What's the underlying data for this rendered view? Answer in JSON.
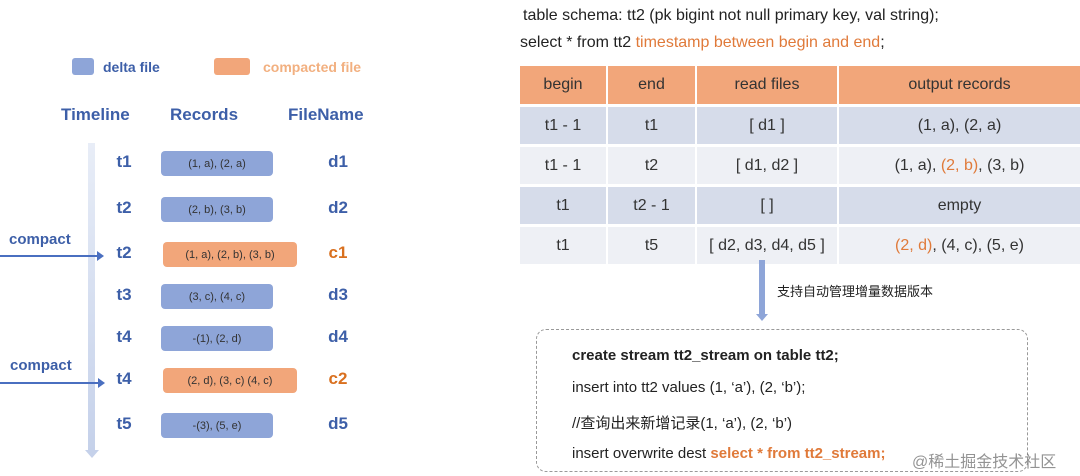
{
  "legend": {
    "delta": "delta file",
    "compacted": "compacted file",
    "colors": {
      "delta": "#8ea5d8",
      "compacted": "#f2a67a"
    }
  },
  "headers": {
    "timeline": "Timeline",
    "records": "Records",
    "filename": "FileName"
  },
  "rows": [
    {
      "time": "t1",
      "records": "(1, a),  (2, a)",
      "file": "d1",
      "type": "delta"
    },
    {
      "time": "t2",
      "records": "(2, b),  (3, b)",
      "file": "d2",
      "type": "delta"
    },
    {
      "time": "t2",
      "records": "(1, a), (2, b), (3, b)",
      "file": "c1",
      "type": "compacted"
    },
    {
      "time": "t3",
      "records": "(3, c),  (4, c)",
      "file": "d3",
      "type": "delta"
    },
    {
      "time": "t4",
      "records": "-(1),  (2, d)",
      "file": "d4",
      "type": "delta"
    },
    {
      "time": "t4",
      "records": "(2, d), (3, c) (4, c)",
      "file": "c2",
      "type": "compacted"
    },
    {
      "time": "t5",
      "records": "-(3),  (5, e)",
      "file": "d5",
      "type": "delta"
    }
  ],
  "compact_labels": [
    "compact",
    "compact"
  ],
  "schema": "table schema:  tt2 (pk bigint not null primary key, val string);",
  "query": {
    "prefix": "select * from tt2 ",
    "highlight": "timestamp between begin and end",
    "suffix": ";"
  },
  "table": {
    "columns": [
      "begin",
      "end",
      "read files",
      "output records"
    ],
    "rows": [
      {
        "begin": "t1 - 1",
        "end": "t1",
        "files": "[ d1 ]",
        "out": [
          "(1, a),  (2, a)"
        ]
      },
      {
        "begin": "t1 - 1",
        "end": "t2",
        "files": "[ d1, d2 ]",
        "out": [
          "(1, a), ",
          "(2, b)",
          ", (3, b)"
        ]
      },
      {
        "begin": "t1",
        "end": "t2 - 1",
        "files": "[ ]",
        "out": [
          "empty"
        ]
      },
      {
        "begin": "t1",
        "end": "t5",
        "files": "[ d2, d3, d4, d5 ]",
        "out": [
          "",
          "(2, d)",
          ", (4, c), (5, e)"
        ]
      }
    ]
  },
  "arrow_label": "支持自动管理增量数据版本",
  "code": {
    "line1": "create stream tt2_stream on table tt2;",
    "line2": "insert into tt2 values (1, ‘a’), (2, ‘b’);",
    "line3": "//查询出来新增记录(1, ‘a’), (2, ‘b’)",
    "line4_prefix": "insert overwrite dest ",
    "line4_highlight": "select * from tt2_stream;"
  },
  "watermark": "@稀土掘金技术社区"
}
